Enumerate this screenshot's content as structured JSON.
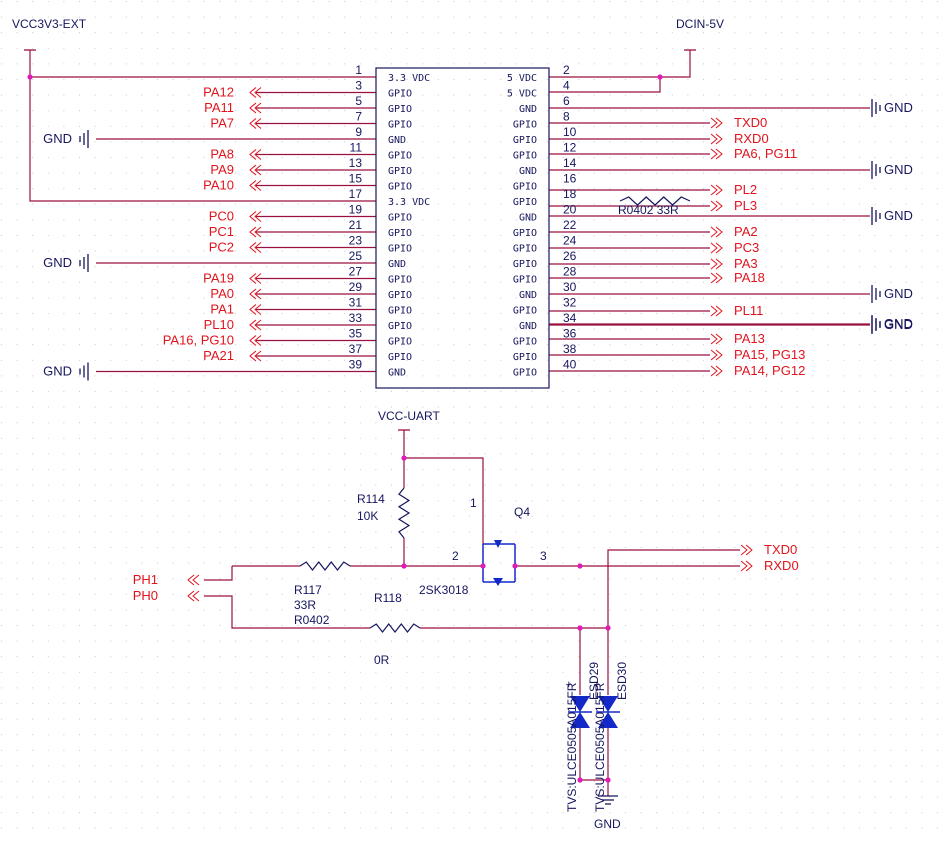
{
  "rails": {
    "vcc3v3": "VCC3V3-EXT",
    "dcin": "DCIN-5V",
    "vcc_uart": "VCC-UART",
    "gnd": "GND"
  },
  "header": {
    "left_pins": [
      {
        "pin": "1",
        "func": "3.3 VDC",
        "net": "VCC3V3"
      },
      {
        "pin": "3",
        "func": "GPIO",
        "net": "PA12"
      },
      {
        "pin": "5",
        "func": "GPIO",
        "net": "PA11"
      },
      {
        "pin": "7",
        "func": "GPIO",
        "net": "PA7"
      },
      {
        "pin": "9",
        "func": "GND",
        "net": "GND"
      },
      {
        "pin": "11",
        "func": "GPIO",
        "net": "PA8"
      },
      {
        "pin": "13",
        "func": "GPIO",
        "net": "PA9"
      },
      {
        "pin": "15",
        "func": "GPIO",
        "net": "PA10"
      },
      {
        "pin": "17",
        "func": "3.3 VDC",
        "net": "VCC3V3"
      },
      {
        "pin": "19",
        "func": "GPIO",
        "net": "PC0"
      },
      {
        "pin": "21",
        "func": "GPIO",
        "net": "PC1"
      },
      {
        "pin": "23",
        "func": "GPIO",
        "net": "PC2"
      },
      {
        "pin": "25",
        "func": "GND",
        "net": "GND"
      },
      {
        "pin": "27",
        "func": "GPIO",
        "net": "PA19"
      },
      {
        "pin": "29",
        "func": "GPIO",
        "net": "PA0"
      },
      {
        "pin": "31",
        "func": "GPIO",
        "net": "PA1"
      },
      {
        "pin": "33",
        "func": "GPIO",
        "net": "PL10"
      },
      {
        "pin": "35",
        "func": "GPIO",
        "net": "PA16, PG10"
      },
      {
        "pin": "37",
        "func": "GPIO",
        "net": "PA21"
      },
      {
        "pin": "39",
        "func": "GND",
        "net": "GND"
      }
    ],
    "right_pins": [
      {
        "pin": "2",
        "func": "5 VDC",
        "net": "DCIN"
      },
      {
        "pin": "4",
        "func": "5 VDC",
        "net": "DCIN"
      },
      {
        "pin": "6",
        "func": "GND",
        "net": "GND"
      },
      {
        "pin": "8",
        "func": "GPIO",
        "net": "TXD0"
      },
      {
        "pin": "10",
        "func": "GPIO",
        "net": "RXD0"
      },
      {
        "pin": "12",
        "func": "GPIO",
        "net": "PA6, PG11"
      },
      {
        "pin": "14",
        "func": "GND",
        "net": "GND"
      },
      {
        "pin": "16",
        "func": "GPIO",
        "net": "GND"
      },
      {
        "pin": "18",
        "func": "GPIO",
        "net": "PL2"
      },
      {
        "pin": "20",
        "func": "GND",
        "net": "PL3"
      },
      {
        "pin": "22",
        "func": "GPIO",
        "net": "GND"
      },
      {
        "pin": "24",
        "func": "GPIO",
        "net": "PA2"
      },
      {
        "pin": "26",
        "func": "GPIO",
        "net": "PC3"
      },
      {
        "pin": "28",
        "func": "GPIO",
        "net": "PA3"
      },
      {
        "pin": "30",
        "func": "GND",
        "net": "PA18"
      },
      {
        "pin": "32",
        "func": "GPIO",
        "net": "GND"
      },
      {
        "pin": "34",
        "func": "GND",
        "net": "PL11"
      },
      {
        "pin": "36",
        "func": "GPIO",
        "net": "GND"
      },
      {
        "pin": "38",
        "func": "GPIO",
        "net": "PA13"
      },
      {
        "pin": "40",
        "func": "GPIO",
        "net": "PA15, PG13"
      }
    ],
    "extra_right_net": "PA14, PG12",
    "series_resistor": "R0402 33R"
  },
  "uart": {
    "r114": {
      "ref": "R114",
      "value": "10K"
    },
    "r117": {
      "ref": "R117",
      "value": "33R",
      "pkg": "R0402"
    },
    "r118": {
      "ref": "R118",
      "value": "0R"
    },
    "q4": {
      "ref": "Q4",
      "part": "2SK3018",
      "pin1": "1",
      "pin2": "2",
      "pin3": "3"
    },
    "inputs": [
      "PH1",
      "PH0"
    ],
    "outputs": [
      "TXD0",
      "RXD0"
    ],
    "esd": [
      {
        "ref": "ESD29",
        "part": "TVS:ULCE0505A015FR"
      },
      {
        "ref": "ESD30",
        "part": "TVS:ULCE0505A015FR"
      }
    ],
    "plus": "+",
    "minus": "-"
  },
  "colors": {
    "wire": "#9b1040",
    "net_label": "#e1141e",
    "ink": "#16165e",
    "junction": "#e01bb7",
    "grid": "#c6c6c6",
    "diode": "#1428c8"
  }
}
